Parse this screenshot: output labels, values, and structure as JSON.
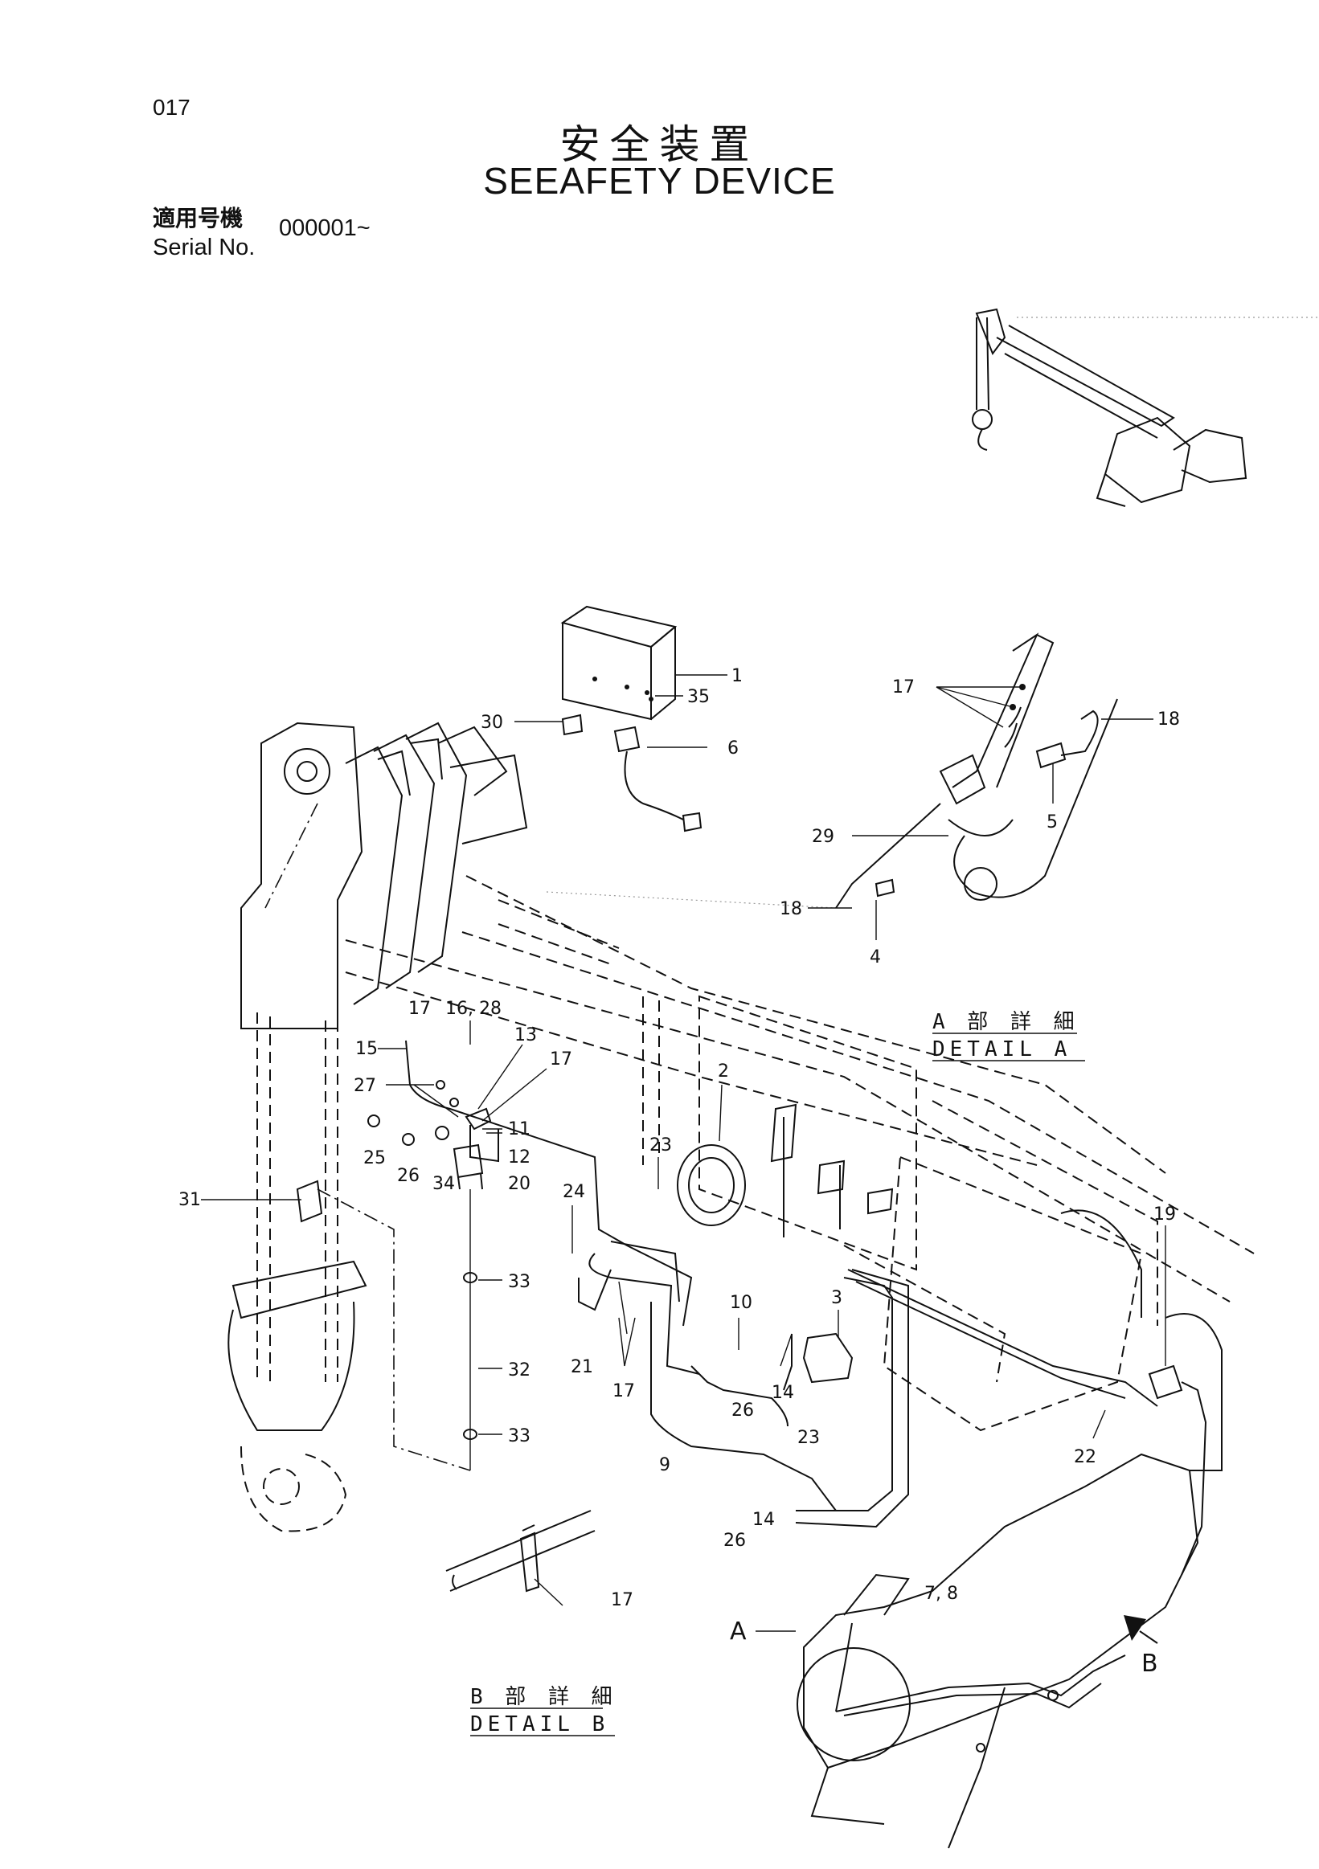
{
  "header": {
    "page_number": "017",
    "title_jp": "安全装置",
    "title_en": "SEEAFETY   DEVICE",
    "serial_label_jp": "適用号機",
    "serial_label_en": "Serial No.",
    "serial_value": "000001~"
  },
  "callouts": [
    "1",
    "35",
    "30",
    "6",
    "17",
    "18",
    "5",
    "29",
    "18",
    "4",
    "17",
    "16, 28",
    "13",
    "15",
    "17",
    "27",
    "11",
    "25",
    "26",
    "34",
    "12",
    "20",
    "31",
    "23",
    "2",
    "24",
    "33",
    "32",
    "33",
    "21",
    "17",
    "10",
    "14",
    "3",
    "26",
    "23",
    "9",
    "26",
    "14",
    "22",
    "19",
    "7, 8",
    "17",
    "A",
    "B"
  ],
  "details": {
    "a_jp": "A 部 詳 細",
    "a_en": "DETAIL A",
    "b_jp": "B 部 詳 細",
    "b_en": "DETAIL B"
  }
}
